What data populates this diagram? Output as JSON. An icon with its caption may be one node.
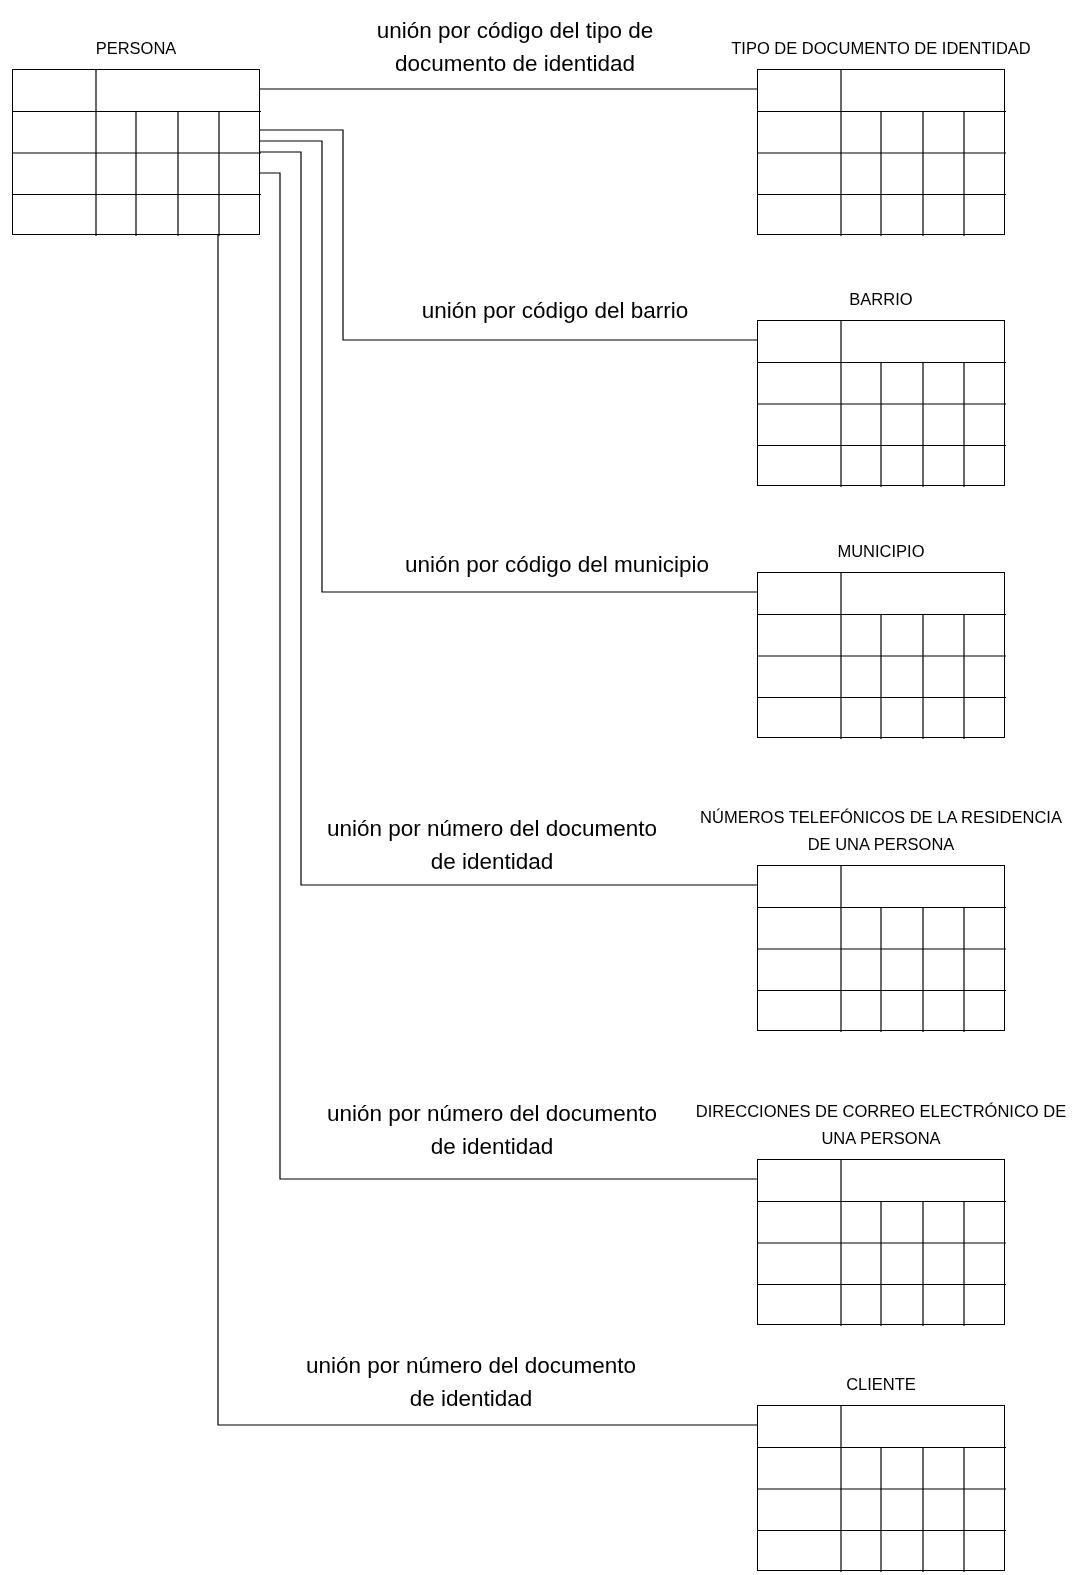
{
  "diagram": {
    "nodes": [
      {
        "text": [
          "PERSONA"
        ]
      },
      {
        "text": [
          "TIPO DE DOCUMENTO DE IDENTIDAD"
        ]
      },
      {
        "text": [
          "BARRIO"
        ]
      },
      {
        "text": [
          "MUNICIPIO"
        ]
      },
      {
        "text": [
          "NÚMEROS TELEFÓNICOS DE LA RESIDENCIA DE UNA PERSONA"
        ]
      },
      {
        "text": [
          "DIRECCIONES DE CORREO ELECTRÓNICO DE UNA PERSONA"
        ]
      },
      {
        "text": [
          "CLIENTE"
        ]
      }
    ],
    "edges": [
      {
        "from": 0,
        "to": 1,
        "arrow": "none",
        "label": "unión por código del tipo de documento de identidad"
      },
      {
        "from": 0,
        "to": 2,
        "arrow": "none",
        "label": "unión por código del barrio"
      },
      {
        "from": 0,
        "to": 3,
        "arrow": "none",
        "label": "unión por código del municipio"
      },
      {
        "from": 0,
        "to": 4,
        "arrow": "none",
        "label": "unión por número del documento de identidad"
      },
      {
        "from": 0,
        "to": 5,
        "arrow": "none",
        "label": "unión por número del documento de identidad"
      },
      {
        "from": 0,
        "to": 6,
        "arrow": "none",
        "label": "unión por número del documento de identidad"
      }
    ]
  }
}
